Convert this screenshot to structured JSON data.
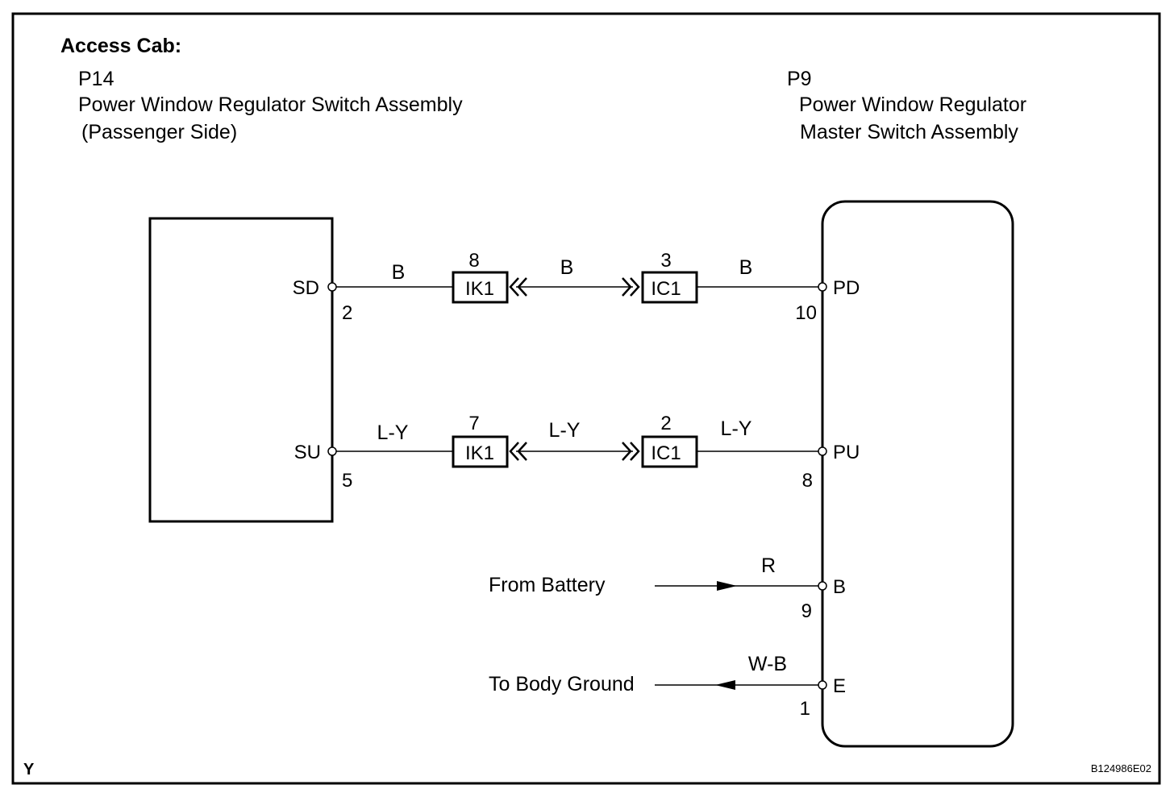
{
  "diagram": {
    "title": "Access Cab:",
    "footer_left": "Y",
    "figure_id": "B124986E02",
    "components": {
      "left": {
        "code": "P14",
        "name_line1": "Power Window Regulator Switch Assembly",
        "name_line2": "(Passenger Side)"
      },
      "right": {
        "code": "P9",
        "name_line1": "Power Window Regulator",
        "name_line2": "Master Switch Assembly"
      }
    },
    "circuits": [
      {
        "left_terminal": "SD",
        "left_pin": "2",
        "wire1": "B",
        "conn1": "IK1",
        "conn1_pin": "8",
        "wire2": "B",
        "conn2": "IC1",
        "conn2_pin": "3",
        "wire3": "B",
        "right_terminal": "PD",
        "right_pin": "10"
      },
      {
        "left_terminal": "SU",
        "left_pin": "5",
        "wire1": "L-Y",
        "conn1": "IK1",
        "conn1_pin": "7",
        "wire2": "L-Y",
        "conn2": "IC1",
        "conn2_pin": "2",
        "wire3": "L-Y",
        "right_terminal": "PU",
        "right_pin": "8"
      }
    ],
    "external": [
      {
        "label": "From Battery",
        "wire": "R",
        "terminal": "B",
        "pin": "9",
        "direction": "in"
      },
      {
        "label": "To Body Ground",
        "wire": "W-B",
        "terminal": "E",
        "pin": "1",
        "direction": "out"
      }
    ]
  }
}
